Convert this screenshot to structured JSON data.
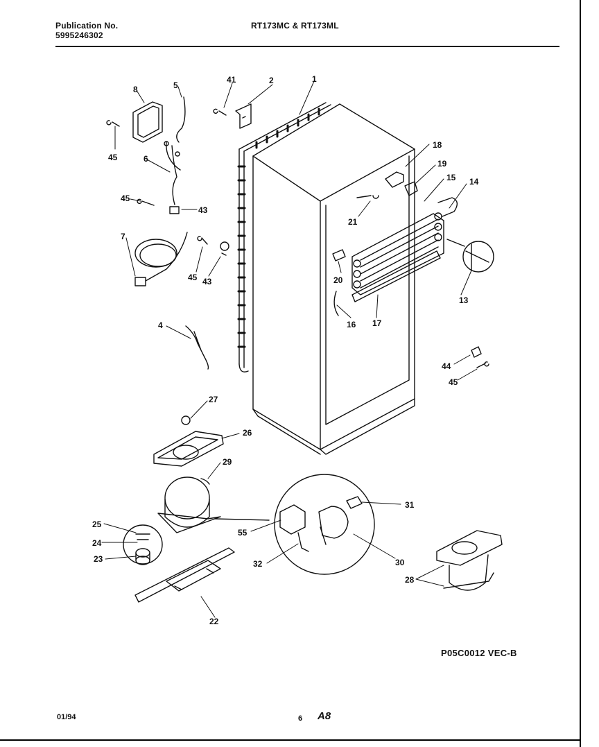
{
  "header": {
    "publication_label": "Publication No.",
    "publication_number": "5995246302",
    "models": "RT173MC & RT173ML"
  },
  "diagram_code": "P05C0012 VEC-B",
  "footer": {
    "date": "01/94",
    "page_number": "6",
    "section": "A8"
  },
  "callouts": {
    "c1": "1",
    "c2": "2",
    "c41": "41",
    "c5": "5",
    "c8": "8",
    "c45a": "45",
    "c6": "6",
    "c45b": "45",
    "c43a": "43",
    "c7": "7",
    "c45c": "45",
    "c43b": "43",
    "c18": "18",
    "c19": "19",
    "c15": "15",
    "c14": "14",
    "c21": "21",
    "c20": "20",
    "c13": "13",
    "c16": "16",
    "c17": "17",
    "c4": "4",
    "c44": "44",
    "c45d": "45",
    "c27": "27",
    "c26": "26",
    "c29": "29",
    "c31": "31",
    "c25": "25",
    "c55": "55",
    "c24": "24",
    "c23": "23",
    "c32": "32",
    "c30": "30",
    "c28": "28",
    "c22": "22"
  }
}
